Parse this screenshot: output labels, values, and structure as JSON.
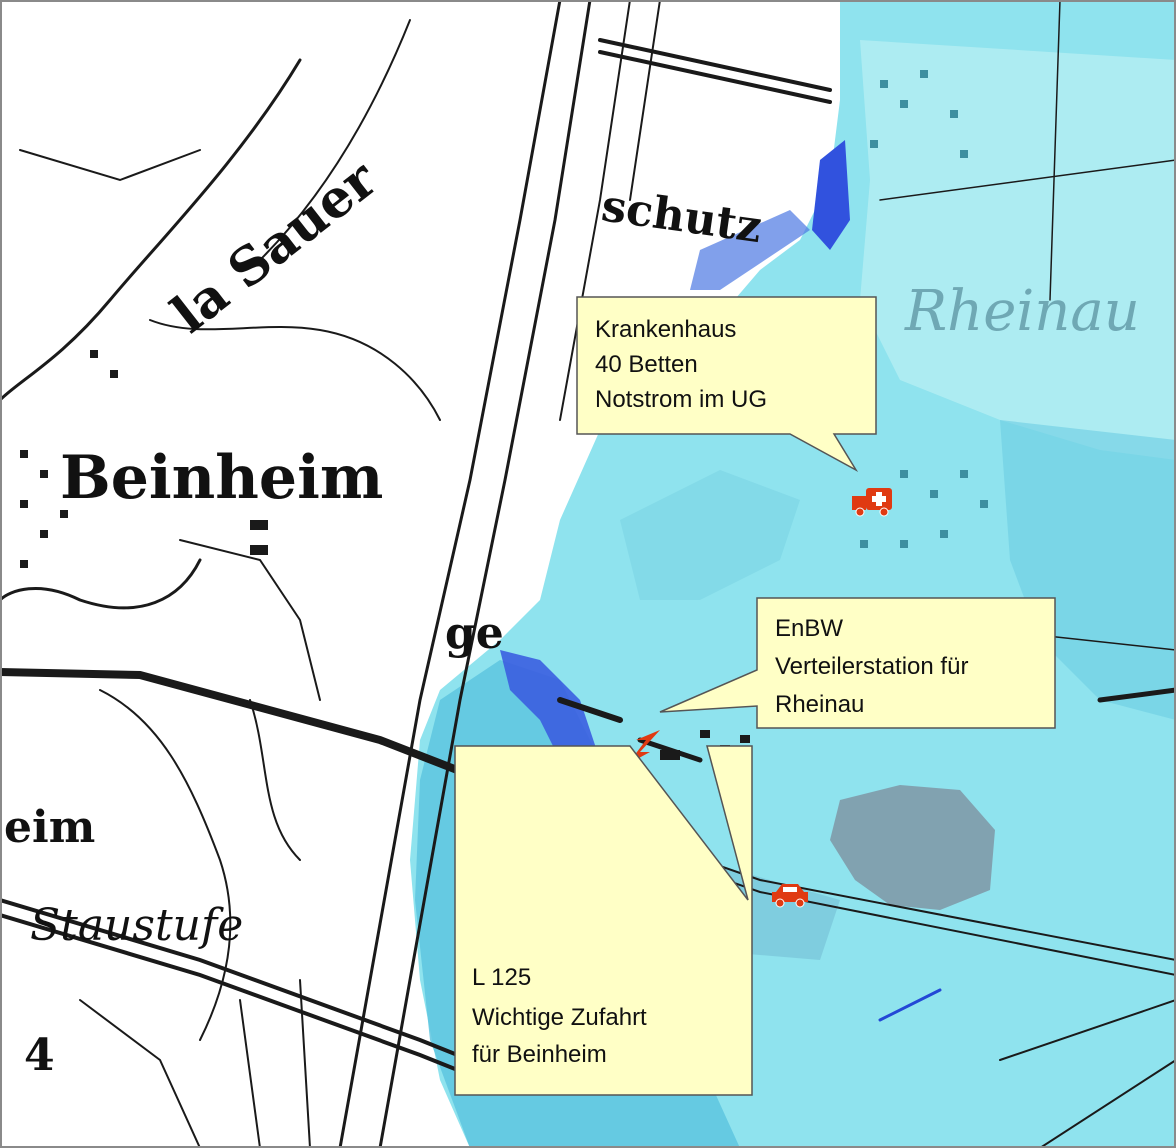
{
  "map": {
    "place_labels": {
      "beinheim": "Beinheim",
      "beinheim_partial": "eim",
      "sauer": "la Sauer",
      "staustufe": "Staustufe",
      "schutz": "schutz",
      "ge": "ge",
      "rheinau": "Rheinau",
      "ortsnummer": "4"
    },
    "callouts": {
      "hospital": {
        "lines": [
          "Krankenhaus",
          "40 Betten",
          "Notstrom im UG"
        ],
        "icon": "ambulance-icon"
      },
      "power": {
        "lines": [
          "EnBW",
          "Verteilerstation für",
          "Rheinau"
        ],
        "icon": "lightning-icon"
      },
      "road": {
        "lines": [
          "L 125",
          "Wichtige Zufahrt",
          "für Beinheim"
        ],
        "icon": "car-icon"
      }
    },
    "colors": {
      "flood_light": "#8fe3ee",
      "flood_mid": "#5ec6df",
      "flood_dark": "#2347d6",
      "flood_grey": "#7f9aa8",
      "callout_fill": "#ffffc6",
      "icon_red": "#e03a12",
      "paper": "#ffffff",
      "lines": "#1a1a1a"
    }
  }
}
